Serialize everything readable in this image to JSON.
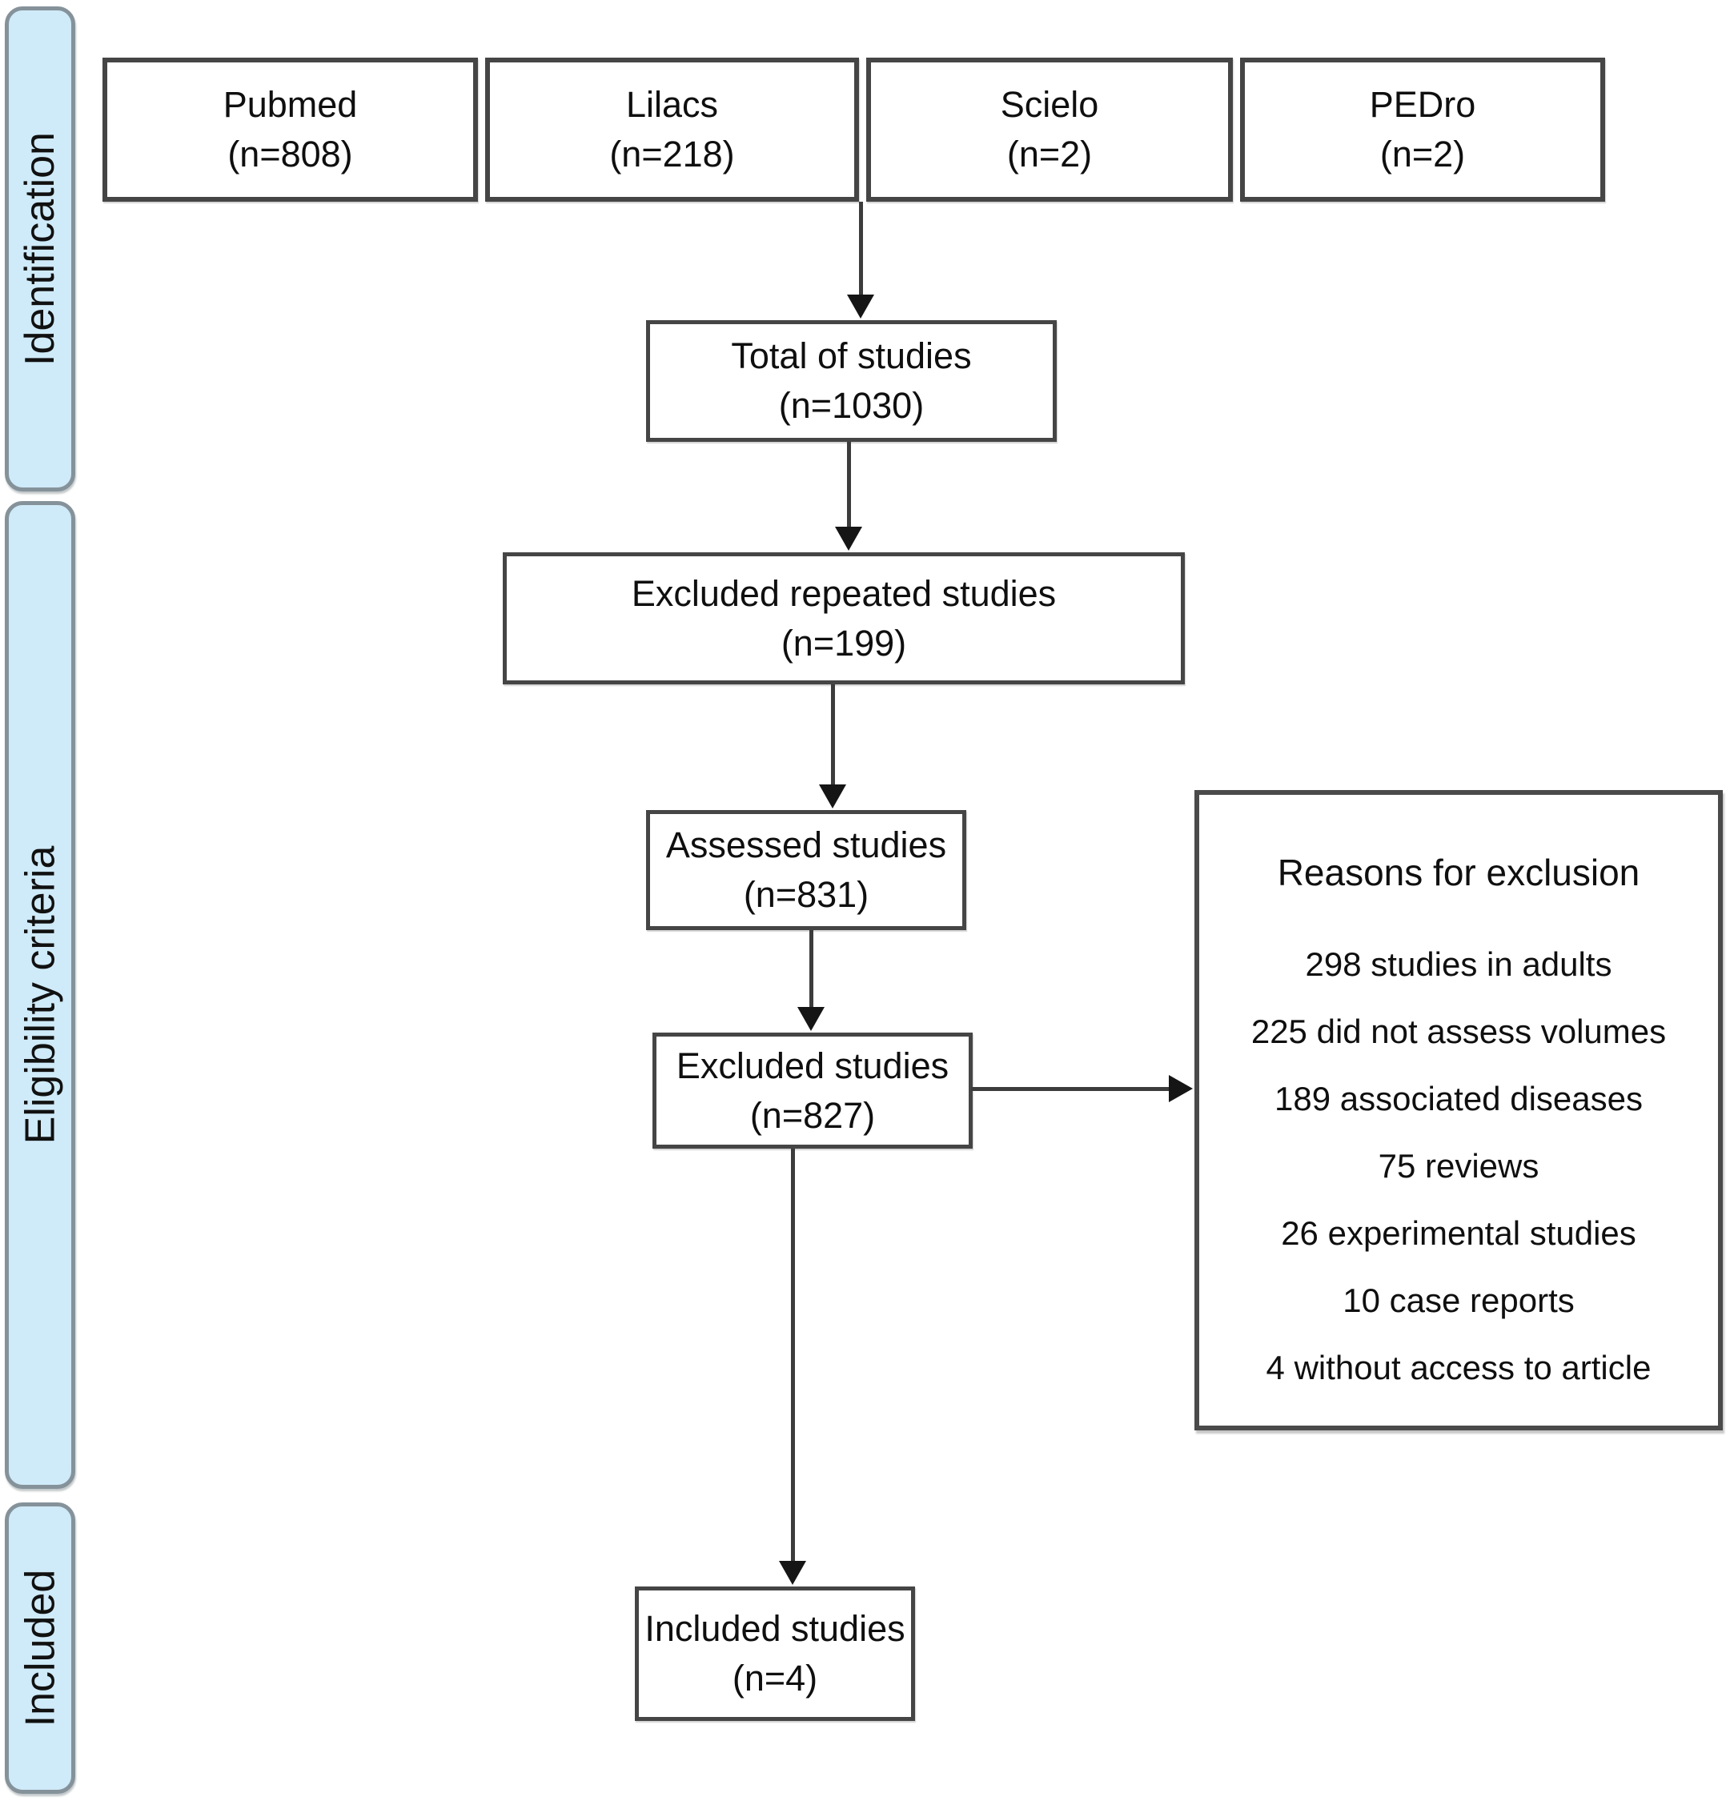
{
  "diagram": {
    "sidebar": {
      "identification": "Identification",
      "eligibility": "Eligibility criteria",
      "included": "Included"
    },
    "sources": [
      {
        "name": "Pubmed",
        "count": "(n=808)"
      },
      {
        "name": "Lilacs",
        "count": "(n=218)"
      },
      {
        "name": "Scielo",
        "count": "(n=2)"
      },
      {
        "name": "PEDro",
        "count": "(n=2)"
      }
    ],
    "flow": {
      "total": {
        "label": "Total of studies",
        "count": "(n=1030)"
      },
      "excluded_repeated": {
        "label": "Excluded repeated studies",
        "count": "(n=199)"
      },
      "assessed": {
        "label": "Assessed studies",
        "count": "(n=831)"
      },
      "excluded": {
        "label": "Excluded studies",
        "count": "(n=827)"
      },
      "included": {
        "label": "Included studies",
        "count": "(n=4)"
      }
    },
    "reasons": {
      "title": "Reasons for exclusion",
      "items": [
        "298 studies in adults",
        "225 did not assess volumes",
        "189 associated diseases",
        "75 reviews",
        "26 experimental studies",
        "10 case reports",
        "4 without access to article"
      ]
    },
    "colors": {
      "phase_bar_fill": "#cfeaf8",
      "phase_bar_border": "#85929a",
      "box_border": "#454545",
      "arrow": "#151515",
      "text": "#0f0f0f",
      "background": "#ffffff"
    }
  }
}
